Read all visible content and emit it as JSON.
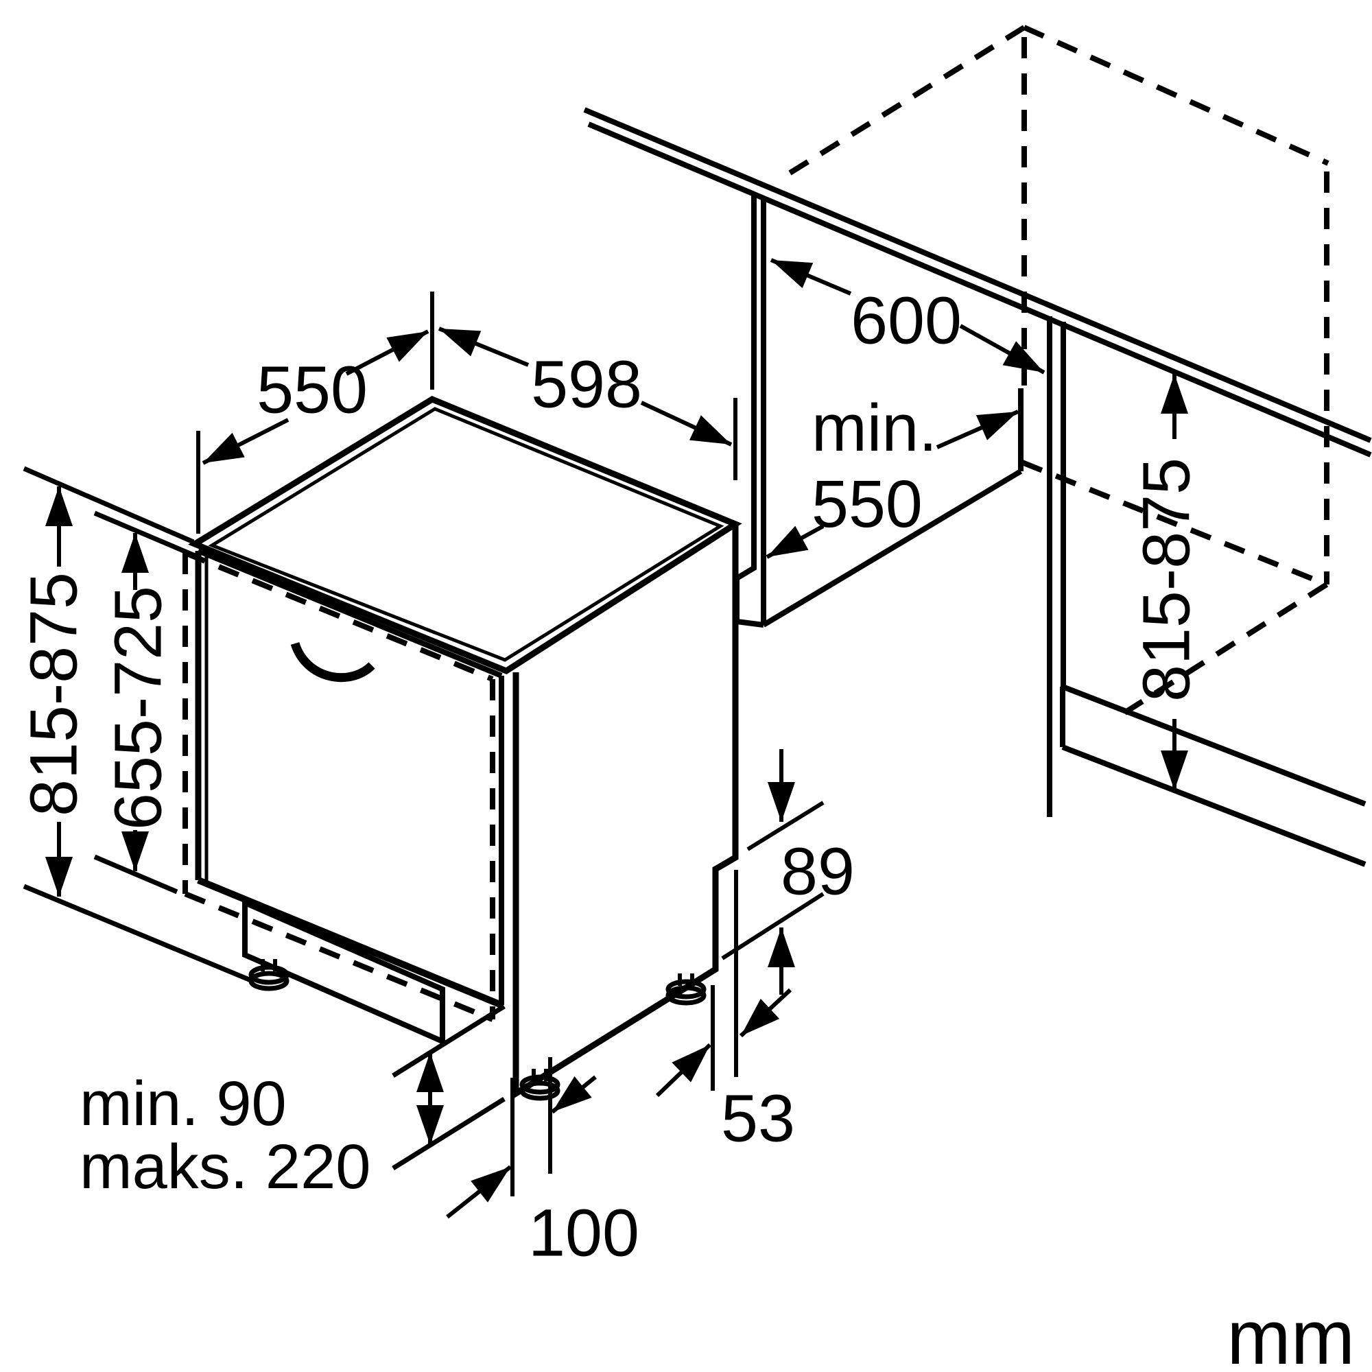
{
  "diagram_title": "dishwasher-built-in-installation-dimensions",
  "units_note": "mm",
  "colors": {
    "line": "#000000",
    "background": "#ffffff"
  },
  "labels": {
    "appliance_depth": "550",
    "appliance_width": "598",
    "appliance_height": "815-875",
    "door_height": "655-725",
    "niche_width": "600",
    "niche_depth_line1": "min.",
    "niche_depth_line2": "550",
    "niche_height": "815-875",
    "side_notch_height": "89",
    "side_notch_depth": "53",
    "plinth_recess": "100",
    "plinth_height_min": "min. 90",
    "plinth_height_max": "maks. 220",
    "units": "mm"
  }
}
